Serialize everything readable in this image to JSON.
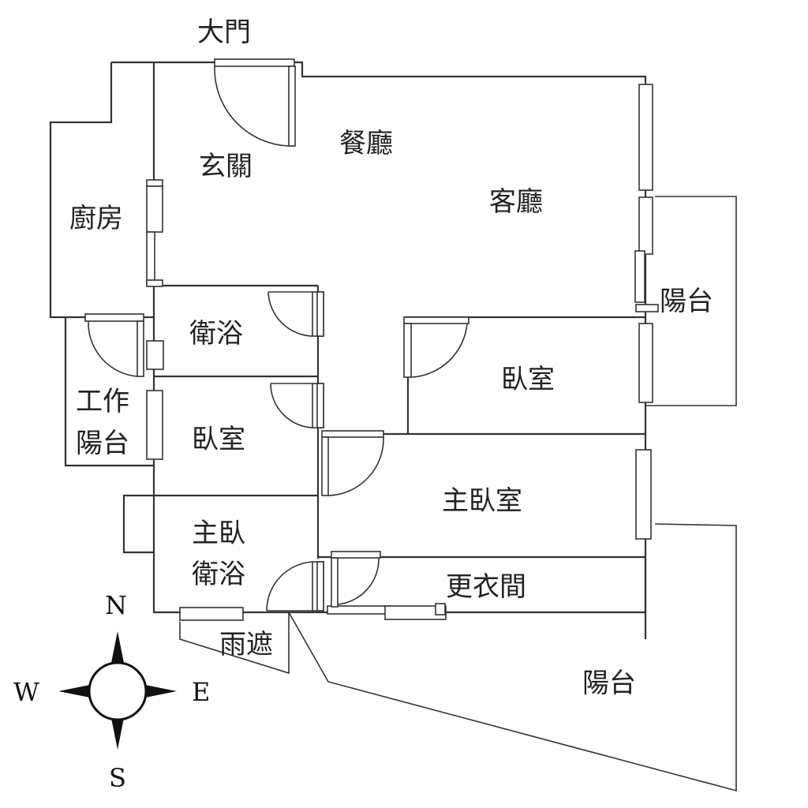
{
  "labels": {
    "main_door": "大門",
    "entrance": "玄關",
    "dining": "餐廳",
    "living": "客廳",
    "kitchen": "廚房",
    "balcony_east": "陽台",
    "bath": "衛浴",
    "bedroom_east": "臥室",
    "service_balcony_line1": "工作",
    "service_balcony_line2": "陽台",
    "bedroom_west": "臥室",
    "master_bedroom": "主臥室",
    "master_bath_line1": "主臥",
    "master_bath_line2": "衛浴",
    "walk_in_closet": "更衣間",
    "awning": "雨遮",
    "balcony_south": "陽台"
  },
  "compass": {
    "north": "N",
    "south": "S",
    "east": "E",
    "west": "W"
  }
}
